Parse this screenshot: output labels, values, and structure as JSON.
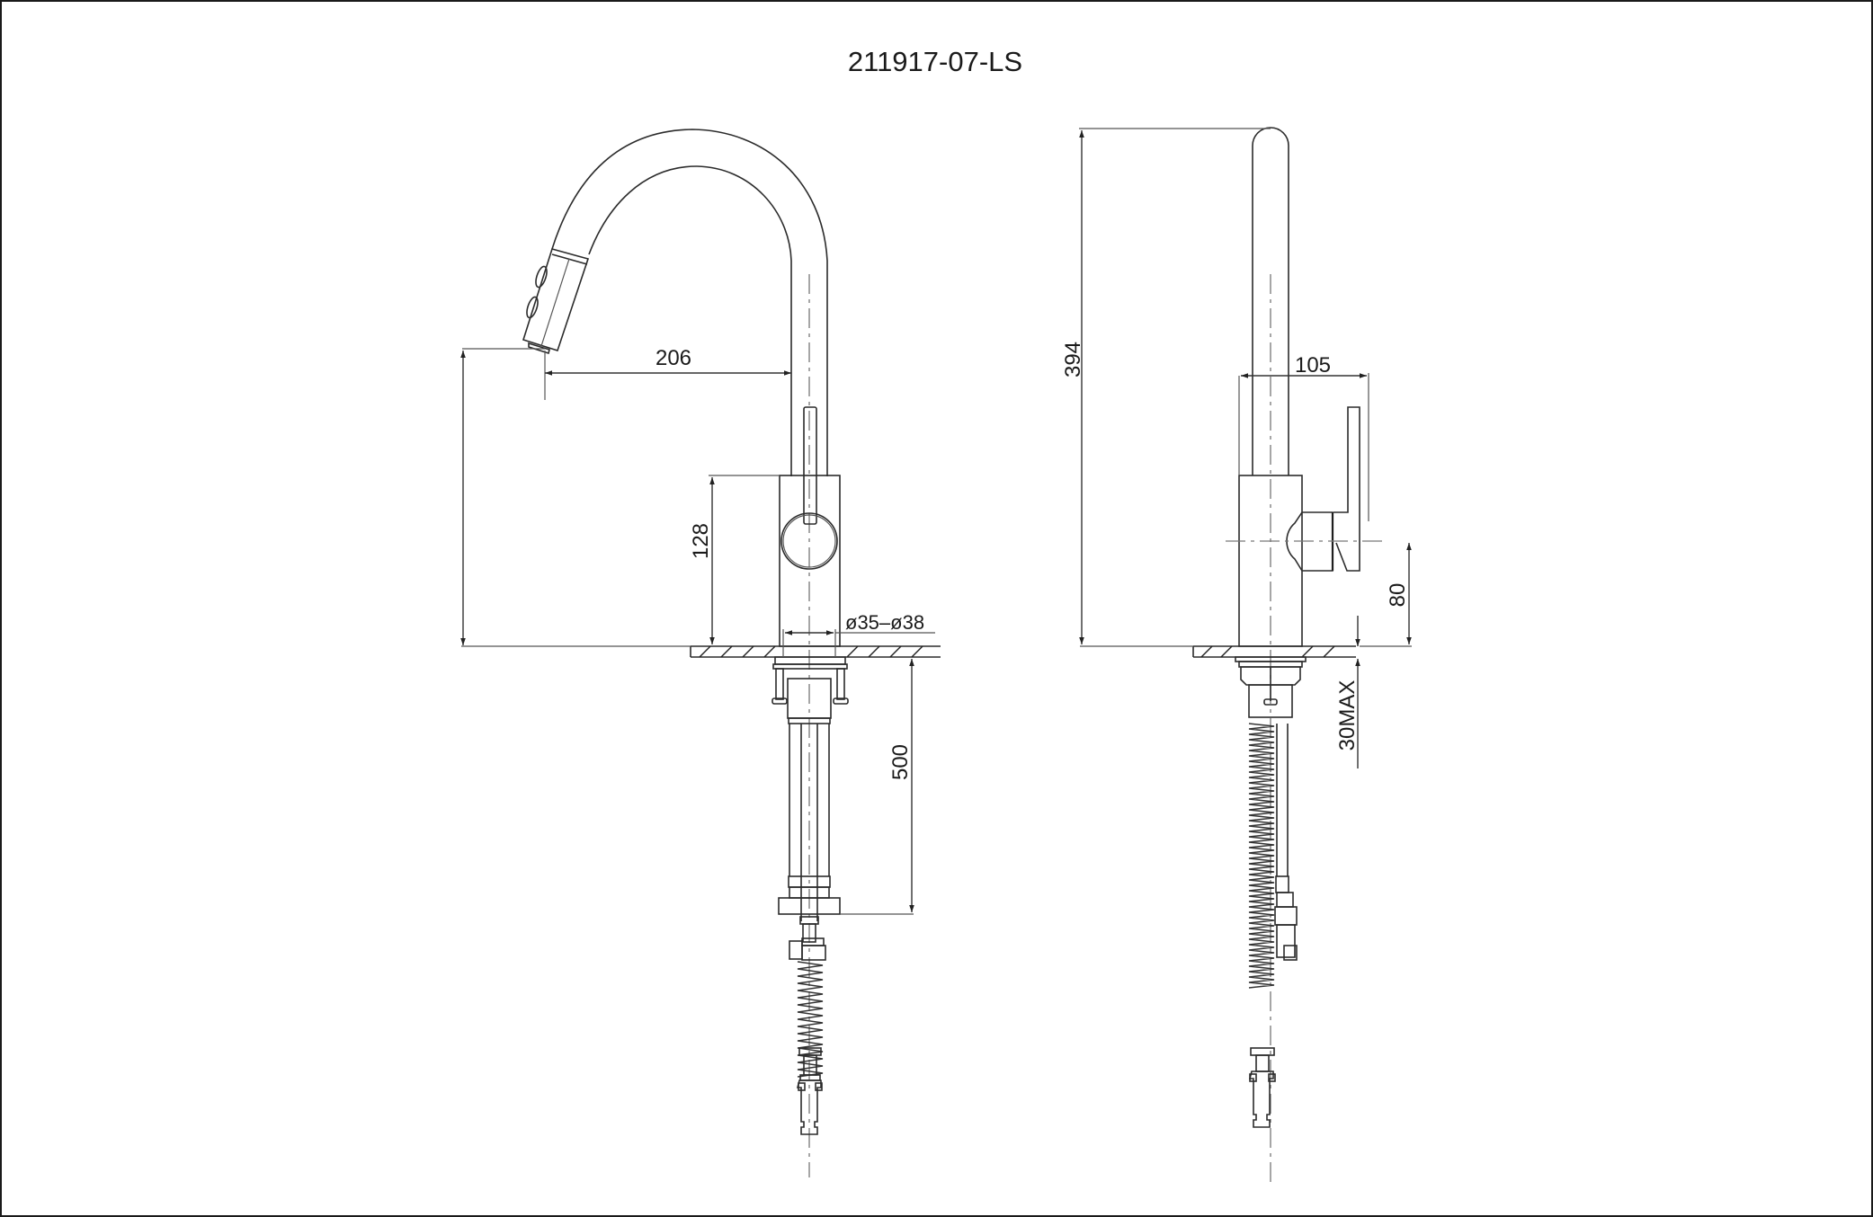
{
  "drawing": {
    "title": "211917-07-LS",
    "border_color": "#1a1a1a",
    "line_color": "#2b2b2b"
  },
  "front_view": {
    "dimensions": {
      "spout_reach": "206",
      "body_height": "128",
      "hole_diameter": "ø35–ø38",
      "hose_length": "500"
    }
  },
  "side_view": {
    "dimensions": {
      "total_height": "394",
      "handle_projection": "105",
      "handle_axis_height": "80",
      "max_deck_thickness": "30MAX"
    }
  }
}
